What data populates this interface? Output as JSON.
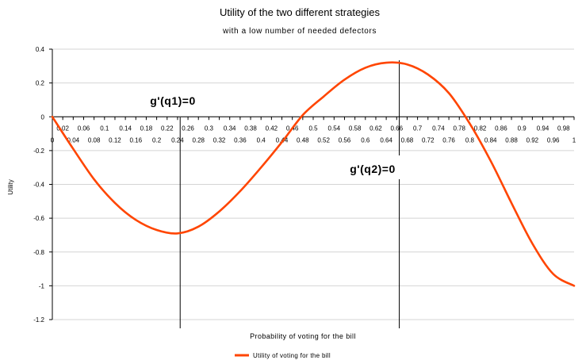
{
  "chart_data": {
    "type": "line",
    "title": "Utility of the two different strategies",
    "subtitle": "with a low number of needed defectors",
    "xlabel": "Probability of voting for the bill",
    "ylabel": "Utility",
    "xlim": [
      0,
      1
    ],
    "ylim": [
      -1.2,
      0.4
    ],
    "y_ticks": [
      0.4,
      0.2,
      0,
      -0.2,
      -0.4,
      -0.6,
      -0.8,
      -1,
      -1.2
    ],
    "y_tick_labels": [
      "0.4",
      "0.2",
      "0",
      "-0.2",
      "-0.4",
      "-0.6",
      "-0.8",
      "-1",
      "-1.2"
    ],
    "x_tick_labels_upper": [
      "0.02",
      "0.06",
      "0.1",
      "0.14",
      "0.18",
      "0.22",
      "0.26",
      "0.3",
      "0.34",
      "0.38",
      "0.42",
      "0.46",
      "0.5",
      "0.54",
      "0.58",
      "0.62",
      "0.66",
      "0.7",
      "0.74",
      "0.78",
      "0.82",
      "0.86",
      "0.9",
      "0.94",
      "0.98"
    ],
    "x_tick_labels_lower": [
      "0",
      "0.04",
      "0.08",
      "0.12",
      "0.16",
      "0.2",
      "0.24",
      "0.28",
      "0.32",
      "0.36",
      "0.4",
      "0.44",
      "0.48",
      "0.52",
      "0.56",
      "0.6",
      "0.64",
      "0.68",
      "0.72",
      "0.76",
      "0.8",
      "0.84",
      "0.88",
      "0.92",
      "0.96",
      "1"
    ],
    "grid": true,
    "legend_position": "bottom",
    "series": [
      {
        "name": "Utility of voting for the bill",
        "color": "#ff4500",
        "x": [
          0,
          0.04,
          0.08,
          0.12,
          0.16,
          0.2,
          0.24,
          0.28,
          0.32,
          0.36,
          0.4,
          0.44,
          0.48,
          0.52,
          0.56,
          0.6,
          0.64,
          0.68,
          0.72,
          0.76,
          0.8,
          0.84,
          0.88,
          0.92,
          0.96,
          1
        ],
        "y": [
          0,
          -0.19,
          -0.37,
          -0.51,
          -0.61,
          -0.67,
          -0.69,
          -0.65,
          -0.56,
          -0.44,
          -0.3,
          -0.15,
          0.01,
          0.12,
          0.22,
          0.29,
          0.32,
          0.31,
          0.25,
          0.14,
          -0.04,
          -0.26,
          -0.51,
          -0.75,
          -0.93,
          -1.0
        ]
      }
    ],
    "annotations": [
      {
        "text": "g'(q1)=0",
        "x": 0.245
      },
      {
        "text": "g'(q2)=0",
        "x": 0.665
      }
    ]
  }
}
